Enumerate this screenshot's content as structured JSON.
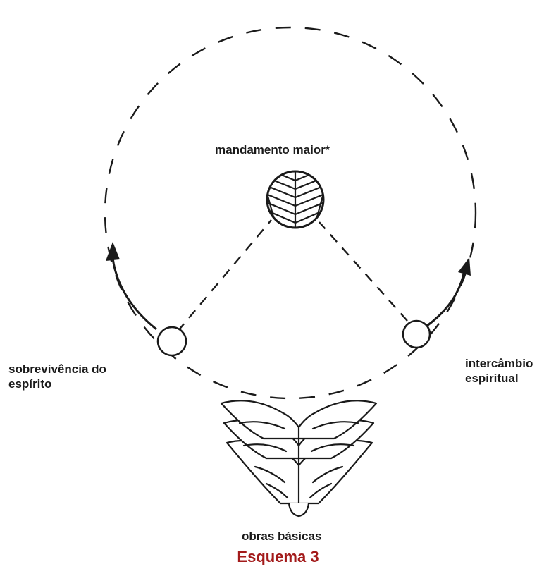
{
  "labels": {
    "top": "mandamento maior*",
    "left_line1": "sobrevivência do",
    "left_line2": "espírito",
    "right_line1": "intercâmbio",
    "right_line2": "espiritual",
    "bottom": "obras básicas"
  },
  "caption": "Esquema 3",
  "colors": {
    "ink": "#1a1a1a",
    "caption": "#a31b1b",
    "background": "#ffffff"
  },
  "icons": {
    "center": "hatched-circle-icon",
    "left_node": "open-circle-icon",
    "right_node": "open-circle-icon",
    "bottom": "open-books-icon"
  }
}
